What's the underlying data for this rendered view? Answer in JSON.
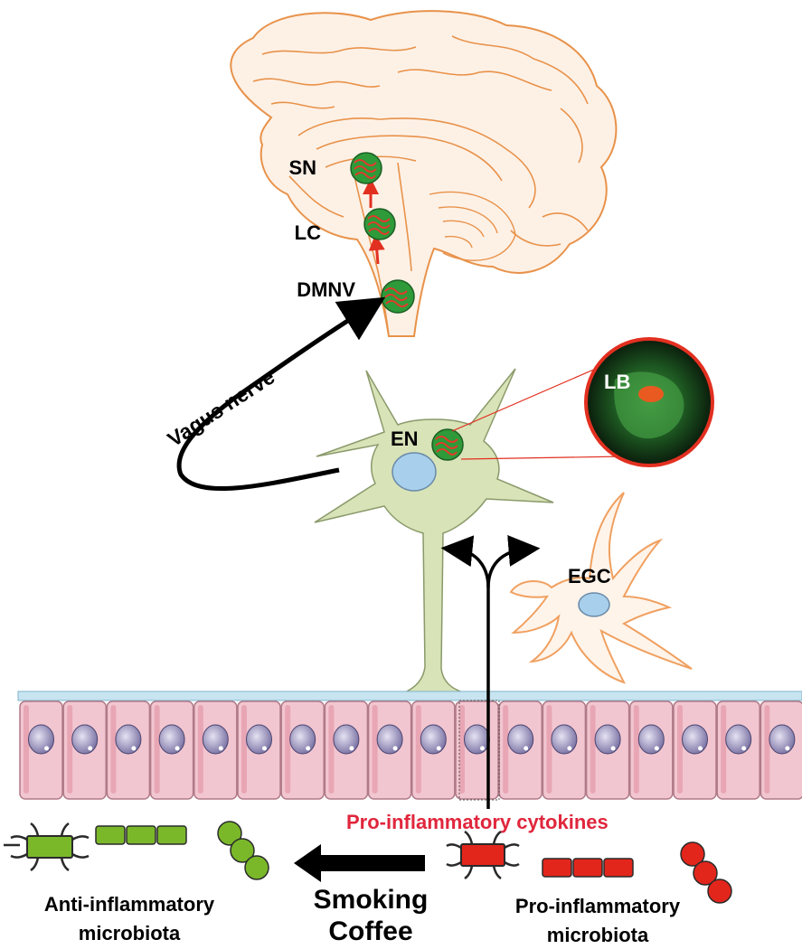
{
  "brain": {
    "regions": [
      {
        "label": "SN"
      },
      {
        "label": "LC"
      },
      {
        "label": "DMNV"
      }
    ],
    "outline_color": "#e8924a",
    "fill_color": "#fdf1e6"
  },
  "vagus": {
    "label": "Vagus nerve"
  },
  "enteric_neuron": {
    "label": "EN",
    "fill_color": "#d8e3b8",
    "nucleus_color": "#a8d0ec"
  },
  "lewy_body": {
    "label": "LB"
  },
  "glial_cell": {
    "label": "EGC",
    "outline_color": "#f0a060"
  },
  "epithelium": {
    "cell_count": 18,
    "cell_color": "#f2c6d0"
  },
  "cytokines": {
    "label": "Pro-inflammatory cytokines",
    "color": "#e0263c"
  },
  "microbiota": {
    "anti": {
      "line1": "Anti-inflammatory",
      "line2": "microbiota",
      "color": "#7ab82a"
    },
    "pro": {
      "line1": "Pro-inflammatory",
      "line2": "microbiota",
      "color": "#e2261c"
    }
  },
  "factors": {
    "line1": "Smoking",
    "line2": "Coffee"
  },
  "colors": {
    "aggregate_green": "#2e9a3a",
    "aggregate_red": "#e23a2a",
    "arrow_red": "#e23020"
  }
}
